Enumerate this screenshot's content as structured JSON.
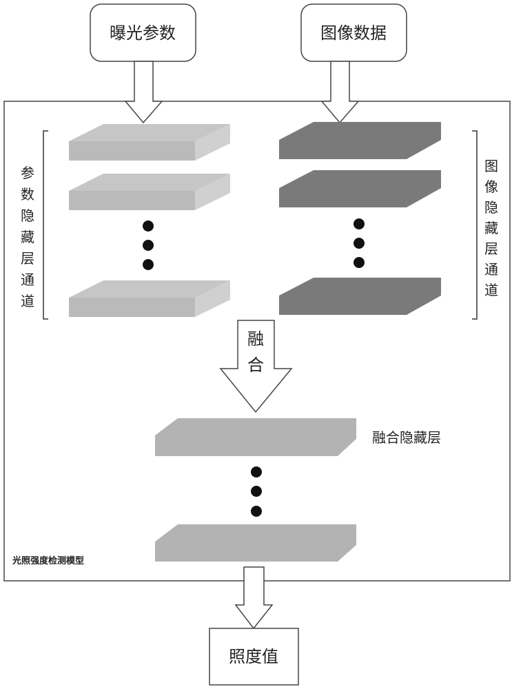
{
  "inputs": {
    "exposure_params": "曝光参数",
    "image_data": "图像数据"
  },
  "channels": {
    "param_channel": [
      "参",
      "数",
      "隐",
      "藏",
      "层",
      "通",
      "道"
    ],
    "image_channel": [
      "图",
      "像",
      "隐",
      "藏",
      "层",
      "通",
      "道"
    ]
  },
  "fusion": {
    "arrow_label": [
      "融",
      "合"
    ],
    "layer_label": "融合隐藏层"
  },
  "model_label": "光照强度检测模型",
  "output": "照度值",
  "colors": {
    "param_layer": "#bdbdbd",
    "param_layer_side": "#cfcfcf",
    "image_layer": "#7a7a7a",
    "fusion_layer": "#b3b3b3"
  }
}
